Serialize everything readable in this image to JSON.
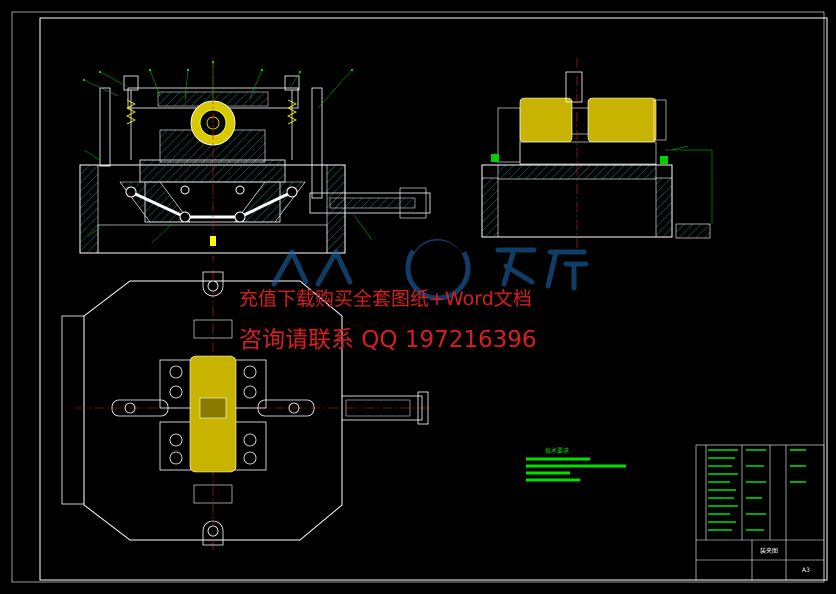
{
  "drawing": {
    "notes_title": "技术要求",
    "title_block_name": "装夹图",
    "sheet_code": "A3"
  },
  "watermark": {
    "line1": "充值下载购买全套图纸+Word文档",
    "line2": "咨询请联系  QQ 197216396",
    "logo_text": "人人文库",
    "color": "#d81e1e"
  },
  "colors": {
    "background": "#000000",
    "frame": "#ffffff",
    "centerline": "#d81e1e",
    "parts": "#ffff00",
    "hatch": "#2ec8c8",
    "leader": "#00d000",
    "notes": "#00e000"
  }
}
